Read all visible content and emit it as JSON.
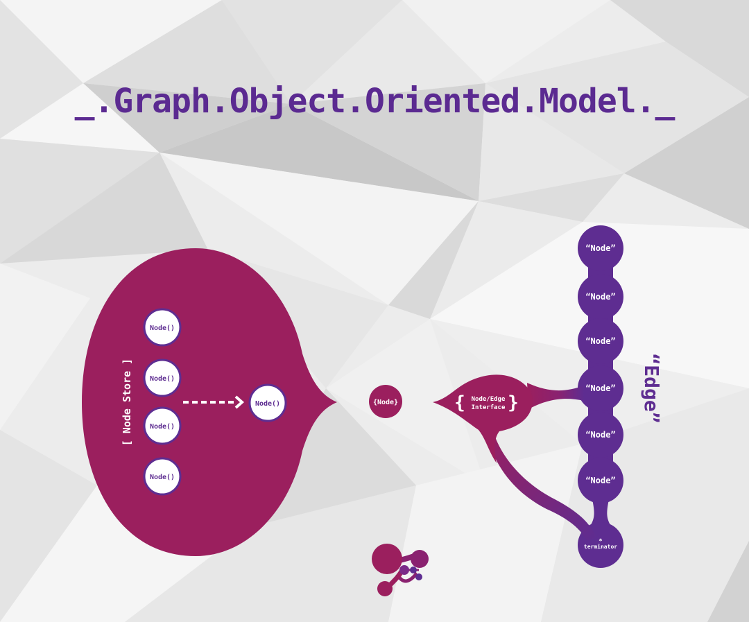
{
  "title": "_.Graph.Object.Oriented.Model._",
  "colors": {
    "magenta": "#9b1f5e",
    "purple": "#5e2d91",
    "node_fill": "#ffffff",
    "title": "#5b2a91"
  },
  "node_store": {
    "label": "[ Node Store ]",
    "nodes": [
      "Node()",
      "Node()",
      "Node()",
      "Node()"
    ],
    "output_node": "Node()"
  },
  "center_node": "{Node}",
  "interface": {
    "brace_open": "{",
    "line1": "Node/Edge",
    "line2": "Interface",
    "brace_close": "}"
  },
  "edge": {
    "label": "“Edge”",
    "nodes": [
      "“Node”",
      "“Node”",
      "“Node”",
      "“Node”",
      "“Node”",
      "“Node”"
    ],
    "terminator_mark": "*",
    "terminator": "terminator"
  },
  "icons": [
    "molecule-logo-icon",
    "dashed-arrow-icon"
  ]
}
